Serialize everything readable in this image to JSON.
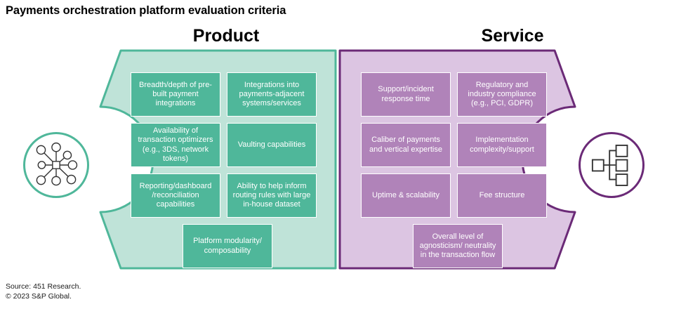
{
  "page": {
    "title": "Payments orchestration platform evaluation criteria"
  },
  "colors": {
    "green_panel_fill": "#bfe3d8",
    "green_panel_border": "#4fb79a",
    "green_tile_fill": "#4fb79a",
    "purple_panel_fill": "#dcc5e2",
    "purple_panel_border": "#6b2a77",
    "purple_tile_fill": "#b083b9",
    "tile_text": "#ffffff"
  },
  "columns": [
    {
      "key": "product",
      "heading": "Product",
      "badge_icon": "network-hub-icon",
      "tiles": [
        "Breadth/depth of pre-built payment integrations",
        "Integrations into payments-adjacent systems/services",
        "Availability of transaction optimizers (e.g., 3DS, network tokens)",
        "Vaulting capabilities",
        "Reporting/dashboard /reconciliation capabilities",
        "Ability to help inform routing rules with large in-house dataset",
        "Platform modularity/ composability"
      ]
    },
    {
      "key": "service",
      "heading": "Service",
      "badge_icon": "hierarchy-tree-icon",
      "tiles": [
        "Support/incident response time",
        "Regulatory and industry compliance (e.g., PCI, GDPR)",
        "Caliber of payments and vertical expertise",
        "Implementation complexity/support",
        "Uptime & scalability",
        "Fee structure",
        "Overall level of agnosticism/ neutrality in the transaction flow"
      ]
    }
  ],
  "footer": {
    "source": "Source: 451 Research.",
    "copyright": "© 2023 S&P Global."
  }
}
